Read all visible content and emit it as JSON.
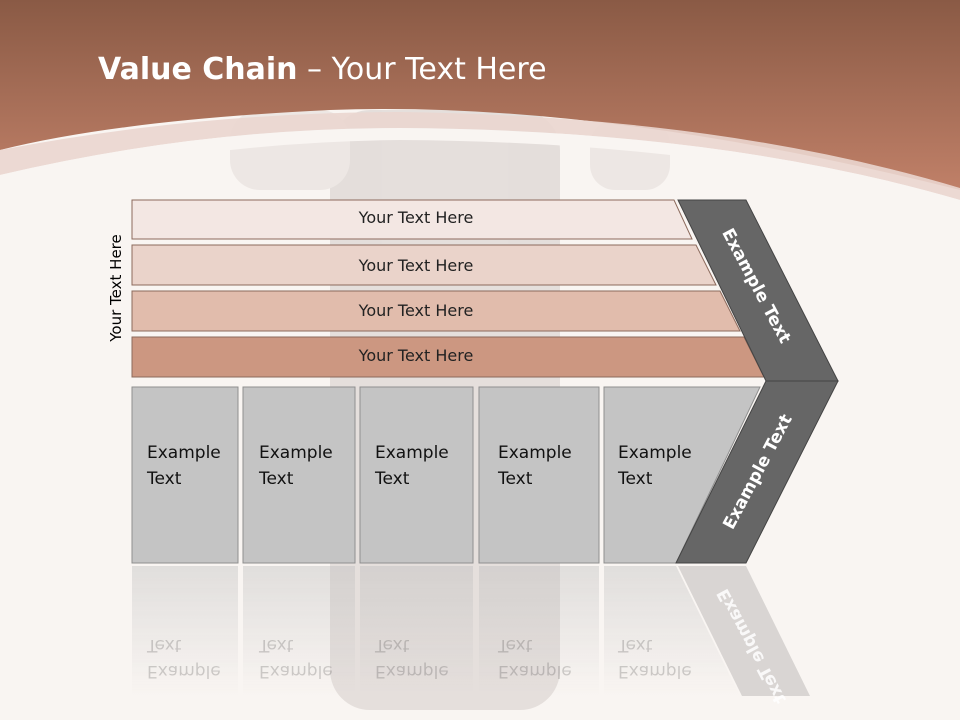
{
  "slide": {
    "title_bold": "Value Chain",
    "title_rest": " – Your Text Here",
    "side_label": "Your Text Here"
  },
  "rows": [
    {
      "label": "Your Text Here",
      "color": "#f3e7e3"
    },
    {
      "label": "Your Text Here",
      "color": "#ead3ca"
    },
    {
      "label": "Your Text Here",
      "color": "#e1bcac"
    },
    {
      "label": "Your Text Here",
      "color": "#cc9781"
    }
  ],
  "boxes": [
    {
      "line1": "Example",
      "line2": "Text"
    },
    {
      "line1": "Example",
      "line2": "Text"
    },
    {
      "line1": "Example",
      "line2": "Text"
    },
    {
      "line1": "Example",
      "line2": "Text"
    },
    {
      "line1": "Example",
      "line2": "Text"
    }
  ],
  "chevron": {
    "top_label": "Example Text",
    "bottom_label": "Example Text",
    "color": "#666666"
  },
  "colors": {
    "header_brown": "#a86a52",
    "box_gray": "#c4c4c4"
  }
}
